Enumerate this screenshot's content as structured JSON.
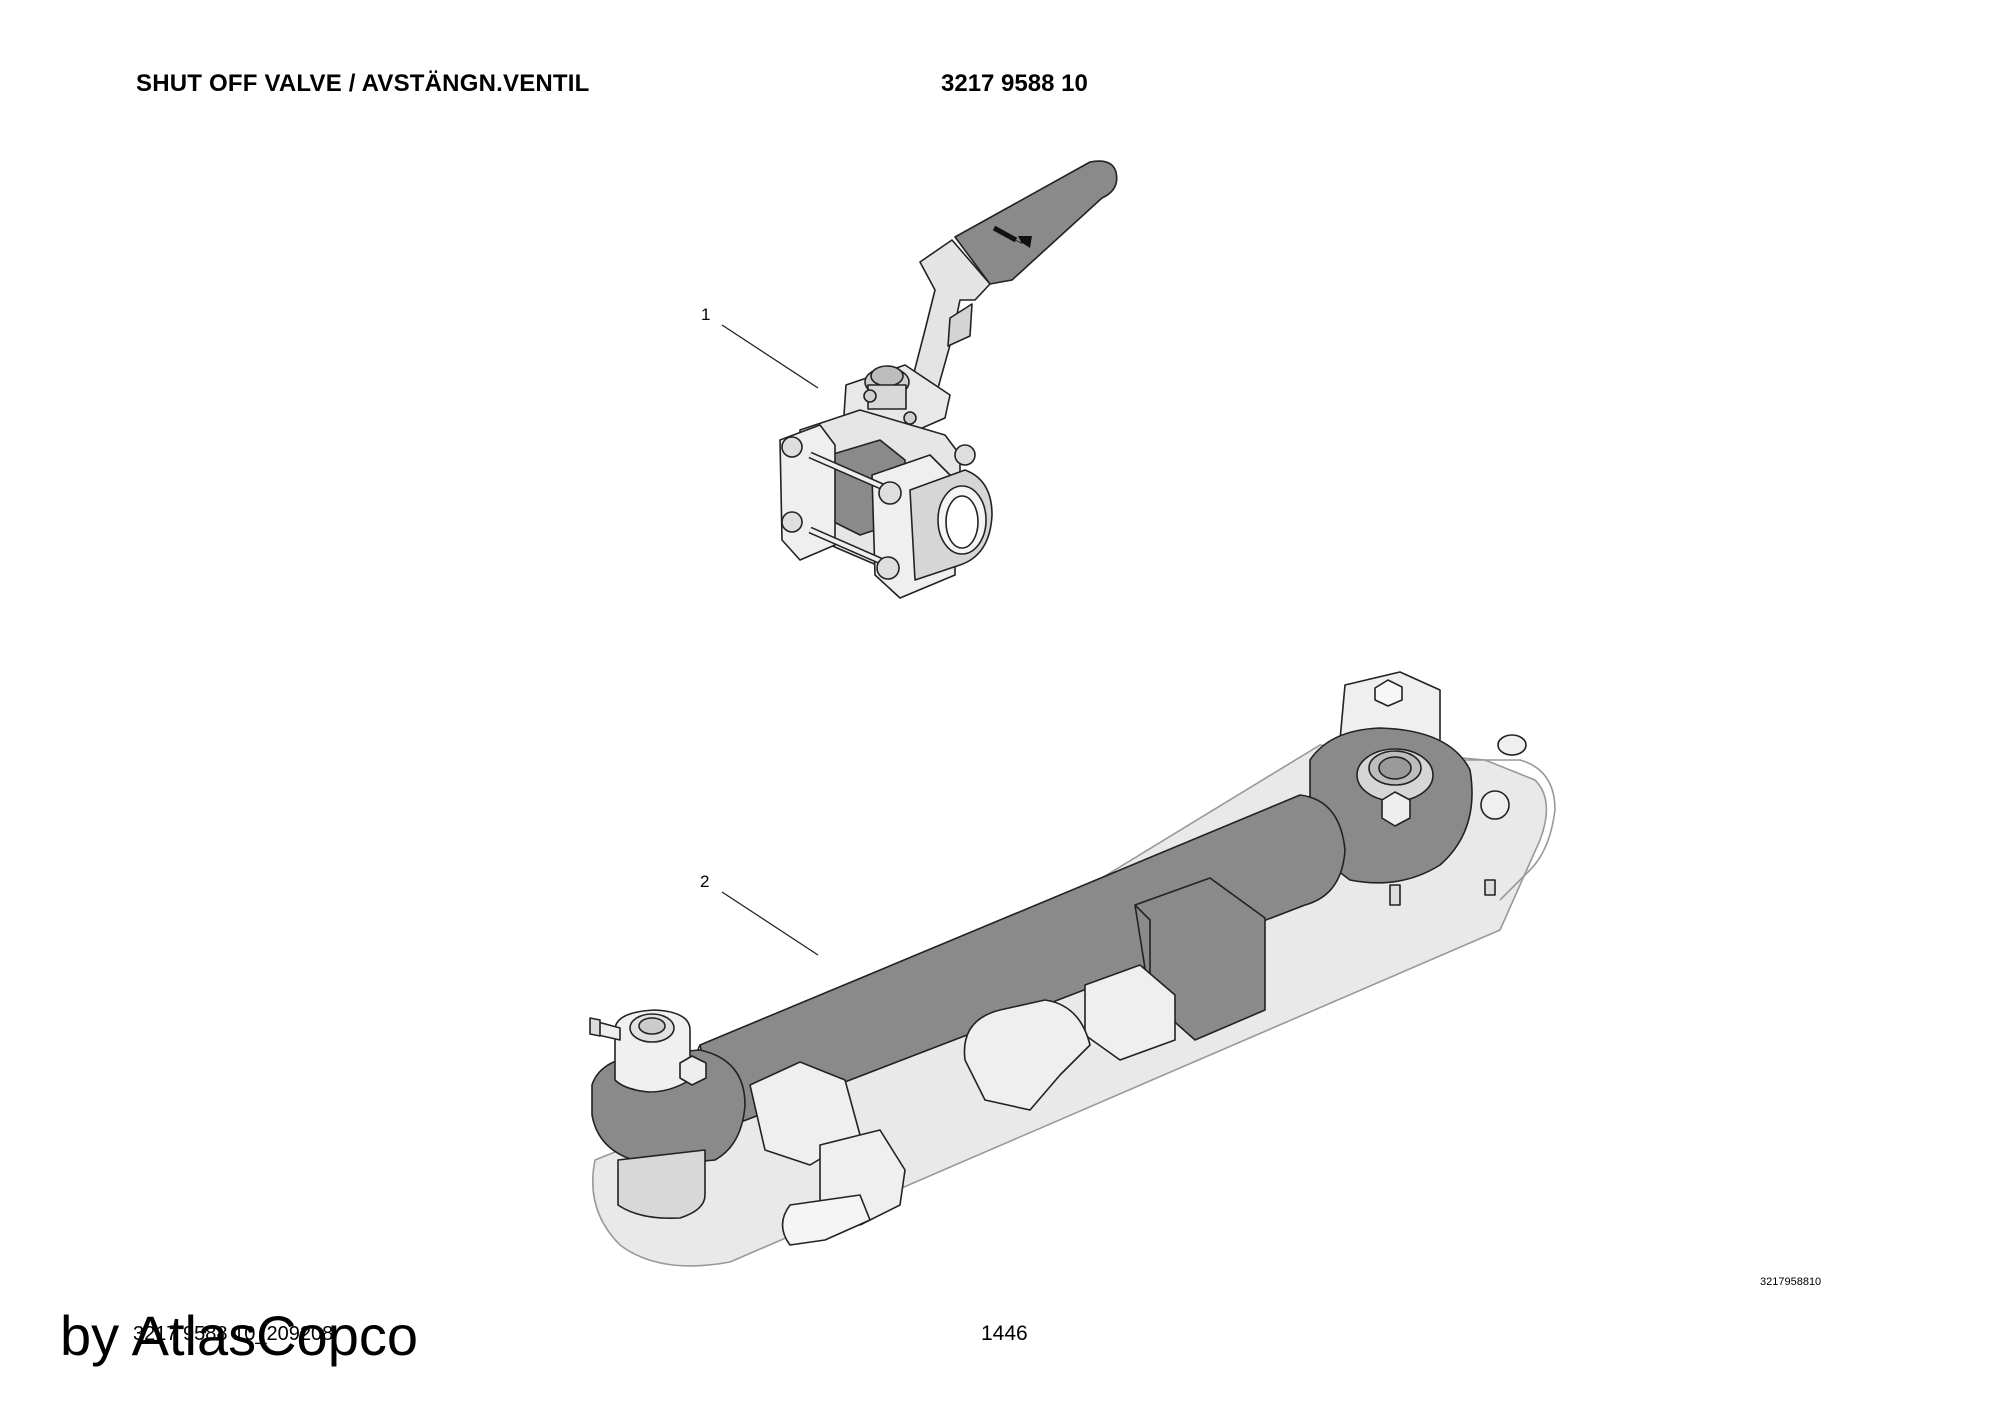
{
  "header": {
    "title": "SHUT OFF VALVE / AVSTÄNGN.VENTIL",
    "part_number": "3217 9588 10"
  },
  "callouts": [
    {
      "label": "1",
      "part": "ball-valve"
    },
    {
      "label": "2",
      "part": "hydraulic-cylinder-assembly"
    }
  ],
  "image_code": "3217958810",
  "footer": {
    "doc_ref": "3217 9588 10_209208",
    "page_number": "1446"
  },
  "watermark": "by AtlasCopco",
  "colors": {
    "dark_gray": "#8a8a8a",
    "light_gray": "#e8e8e8",
    "mid_gray": "#cfcfcf",
    "line": "#222222"
  }
}
